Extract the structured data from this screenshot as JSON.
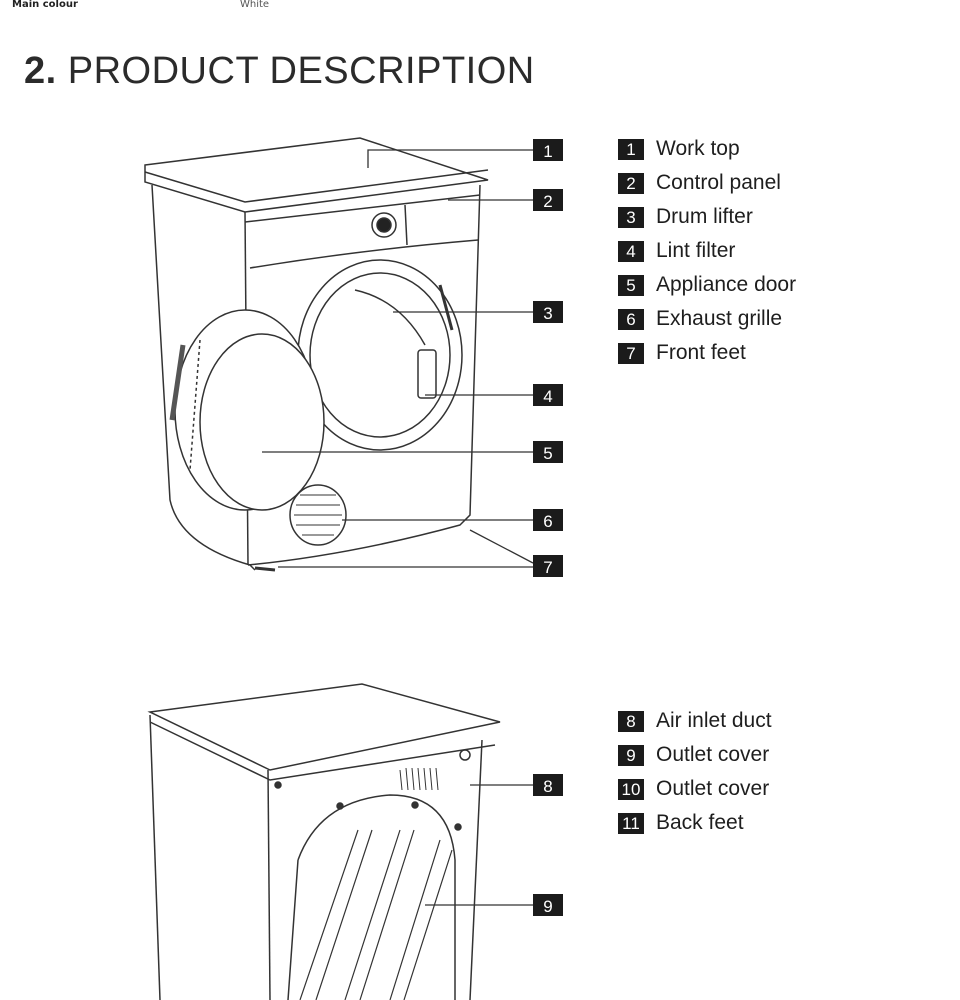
{
  "spec": {
    "label": "Main colour",
    "value": "White"
  },
  "section": {
    "number": "2.",
    "title": "PRODUCT DESCRIPTION"
  },
  "front_parts": [
    {
      "num": "1",
      "label": "Work top"
    },
    {
      "num": "2",
      "label": "Control panel"
    },
    {
      "num": "3",
      "label": "Drum lifter"
    },
    {
      "num": "4",
      "label": "Lint filter"
    },
    {
      "num": "5",
      "label": "Appliance door"
    },
    {
      "num": "6",
      "label": "Exhaust grille"
    },
    {
      "num": "7",
      "label": "Front feet"
    }
  ],
  "back_parts": [
    {
      "num": "8",
      "label": "Air inlet duct"
    },
    {
      "num": "9",
      "label": "Outlet cover"
    },
    {
      "num": "10",
      "label": "Outlet cover"
    },
    {
      "num": "11",
      "label": "Back feet"
    }
  ]
}
